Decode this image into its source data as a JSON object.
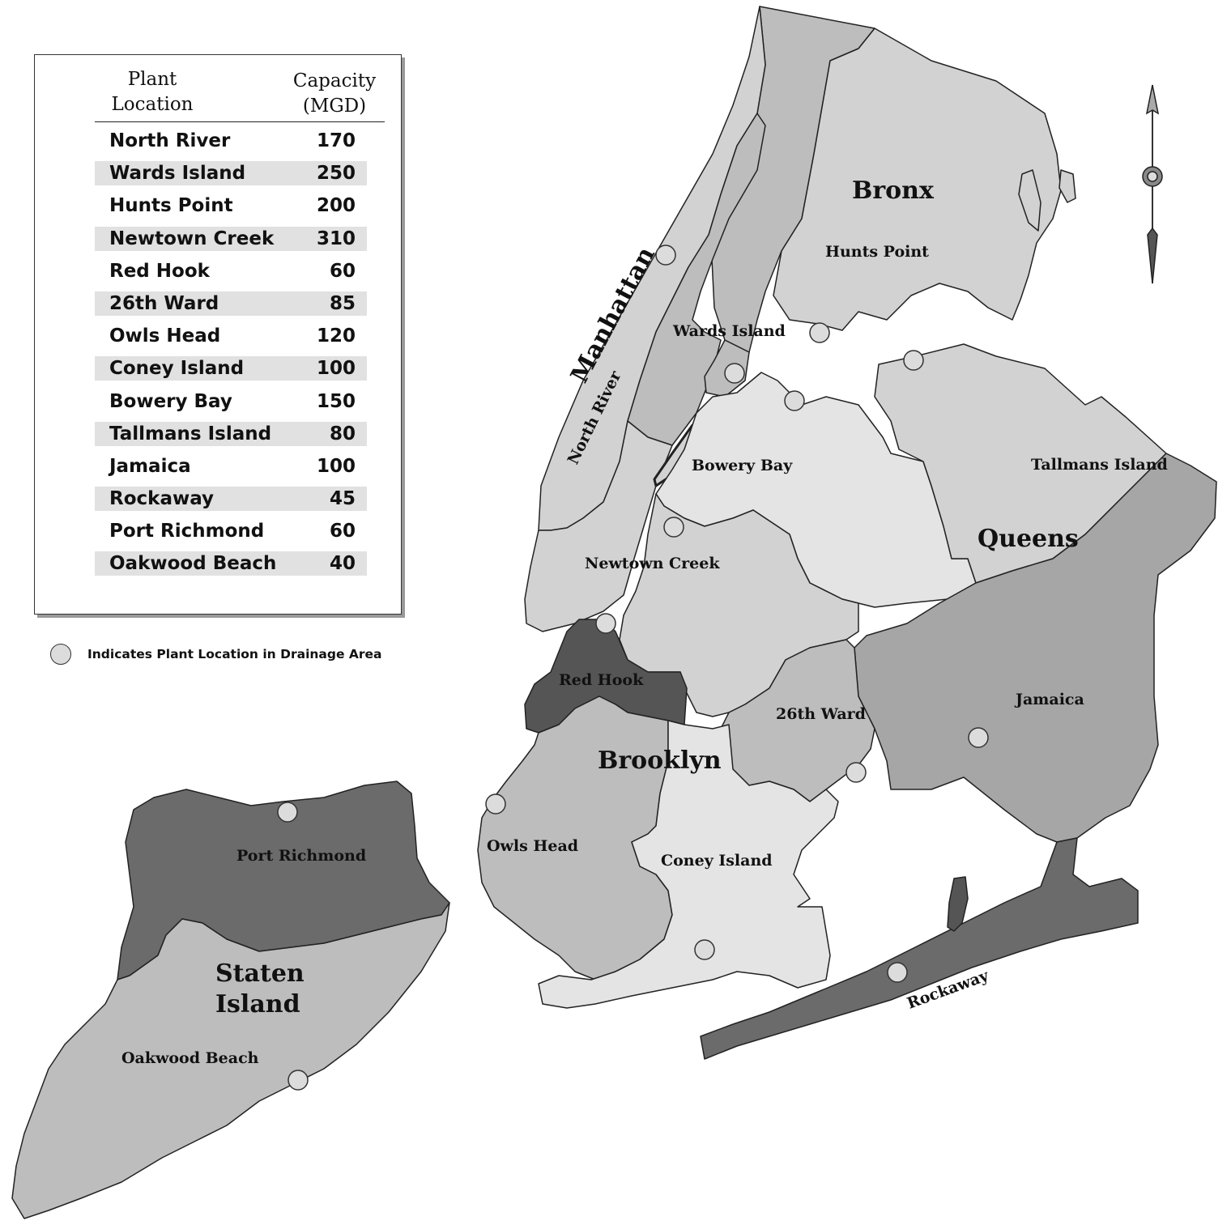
{
  "legend": {
    "header_location": "Plant\nLocation",
    "header_capacity": "Capacity\n(MGD)",
    "rows": [
      {
        "location": "North River",
        "capacity": "170"
      },
      {
        "location": "Wards Island",
        "capacity": "250"
      },
      {
        "location": "Hunts Point",
        "capacity": "200"
      },
      {
        "location": "Newtown Creek",
        "capacity": "310"
      },
      {
        "location": "Red Hook",
        "capacity": "60"
      },
      {
        "location": "26th Ward",
        "capacity": "85"
      },
      {
        "location": "Owls Head",
        "capacity": "120"
      },
      {
        "location": "Coney Island",
        "capacity": "100"
      },
      {
        "location": "Bowery Bay",
        "capacity": "150"
      },
      {
        "location": "Tallmans Island",
        "capacity": "80"
      },
      {
        "location": "Jamaica",
        "capacity": "100"
      },
      {
        "location": "Rockaway",
        "capacity": "45"
      },
      {
        "location": "Port Richmond",
        "capacity": "60"
      },
      {
        "location": "Oakwood Beach",
        "capacity": "40"
      }
    ],
    "note": "Indicates Plant Location in Drainage Area"
  },
  "boroughs": {
    "manhattan": "Manhattan",
    "bronx": "Bronx",
    "queens": "Queens",
    "brooklyn": "Brooklyn",
    "staten_island_1": "Staten",
    "staten_island_2": "Island"
  },
  "areas": {
    "north_river": "North River",
    "wards_island": "Wards Island",
    "hunts_point": "Hunts Point",
    "bowery_bay": "Bowery Bay",
    "tallmans_island": "Tallmans Island",
    "newtown_creek": "Newtown Creek",
    "red_hook": "Red Hook",
    "twenty_sixth_ward": "26th Ward",
    "jamaica": "Jamaica",
    "owls_head": "Owls Head",
    "coney_island": "Coney Island",
    "rockaway": "Rockaway",
    "port_richmond": "Port Richmond",
    "oakwood_beach": "Oakwood Beach"
  },
  "shade_colors": {
    "light": "#e4e4e4",
    "light_mid": "#d2d2d2",
    "mid": "#bdbdbd",
    "mid_dark": "#a6a6a6",
    "dark": "#6b6b6b",
    "darkest": "#555555",
    "outline": "#222222",
    "plant_marker": "#dcdcdc"
  },
  "compass_icon": "north-arrow-icon"
}
